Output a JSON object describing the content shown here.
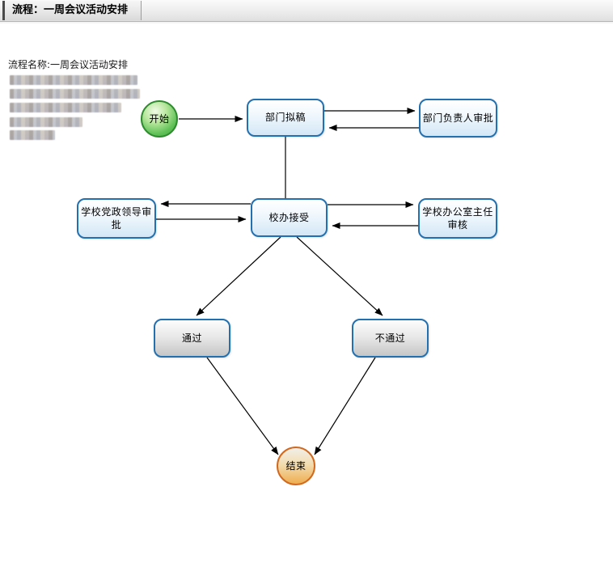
{
  "window": {
    "tab_title": "流程：一周会议活动安排"
  },
  "diagram": {
    "process_name_label": "流程名称:一周会议活动安排",
    "nodes": {
      "start": {
        "label": "开始",
        "type": "start-circle"
      },
      "draft": {
        "label": "部门拟稿",
        "type": "task"
      },
      "dept_head_approval": {
        "label": "部门负责人审批",
        "type": "task"
      },
      "party_gov_leaders_approval": {
        "label": "学校党政领导审批",
        "type": "task"
      },
      "school_office_accept": {
        "label": "校办接受",
        "type": "task"
      },
      "office_director_review": {
        "label": "学校办公室主任审核",
        "type": "task"
      },
      "pass": {
        "label": "通过",
        "type": "result"
      },
      "fail": {
        "label": "不通过",
        "type": "result"
      },
      "end": {
        "label": "结束",
        "type": "end-circle"
      }
    },
    "edges": [
      {
        "from": "start",
        "to": "draft"
      },
      {
        "from": "draft",
        "to": "dept_head_approval"
      },
      {
        "from": "dept_head_approval",
        "to": "draft"
      },
      {
        "from": "draft",
        "to": "school_office_accept"
      },
      {
        "from": "school_office_accept",
        "to": "party_gov_leaders_approval"
      },
      {
        "from": "party_gov_leaders_approval",
        "to": "school_office_accept"
      },
      {
        "from": "school_office_accept",
        "to": "office_director_review"
      },
      {
        "from": "office_director_review",
        "to": "school_office_accept"
      },
      {
        "from": "school_office_accept",
        "to": "pass"
      },
      {
        "from": "school_office_accept",
        "to": "fail"
      },
      {
        "from": "pass",
        "to": "end"
      },
      {
        "from": "fail",
        "to": "end"
      }
    ],
    "colors": {
      "task_border": "#2270b0",
      "task_fill_bottom": "#d3e7f6",
      "result_fill_bottom": "#c6c6c6",
      "start_fill": "#4cb648",
      "start_border": "#2e8b2e",
      "end_fill": "#efad50",
      "end_border": "#d2691e",
      "connector": "#000000"
    }
  }
}
